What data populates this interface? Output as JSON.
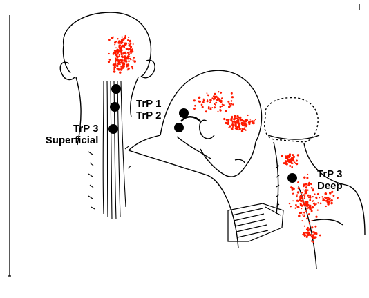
{
  "labels": {
    "trp3_superficial": {
      "line1": "TrP 3",
      "line2": "Superficial"
    },
    "trp1_trp2": {
      "line1": "TrP 1",
      "line2": "TrP 2"
    },
    "trp3_deep": {
      "line1": "TrP 3",
      "line2": "Deep"
    }
  },
  "colors": {
    "referred_pain": "#ff1a00",
    "trigger_point": "#000000",
    "line_art": "#000000",
    "background": "#ffffff"
  },
  "figures": [
    {
      "name": "back-of-head-figure",
      "trigger_points": 3
    },
    {
      "name": "bent-neck-reading-figure",
      "trigger_points": 2
    },
    {
      "name": "side-neck-cap-figure",
      "trigger_points": 1
    }
  ]
}
